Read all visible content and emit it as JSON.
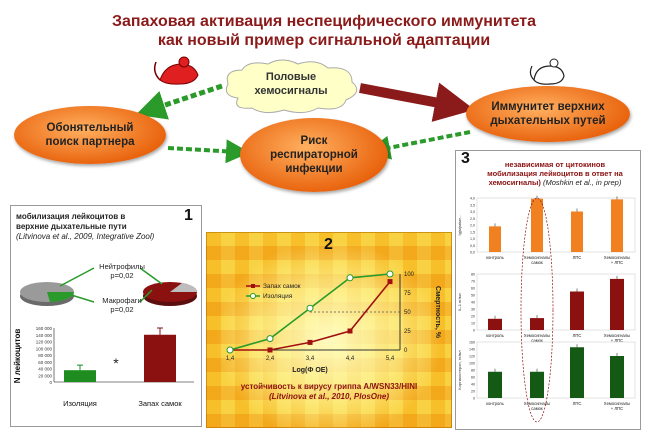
{
  "title": {
    "line1": "Запаховая активация неспецифического иммунитета",
    "line2": "как новый пример сигнальной адаптации"
  },
  "cloud": {
    "line1": "Половые",
    "line2": "хемосигналы"
  },
  "ellipses": {
    "left": {
      "line1": "Обонятельный",
      "line2": "поиск партнера"
    },
    "center": {
      "line1": "Риск",
      "line2": "респираторной",
      "line3": "инфекции"
    },
    "right": {
      "line1": "Иммунитет верхних",
      "line2": "дыхательных путей"
    }
  },
  "panel1": {
    "number": "1",
    "caption1": "мобилизация лейкоцитов в",
    "caption2": "верхние дыхательные пути",
    "cite": "(Litvinova et al., 2009, Integrative Zool)",
    "neutro": "Нейтрофилы",
    "neutro_p": "p=0,02",
    "macro": "Макрофаги",
    "macro_p": "p=0,02",
    "ylabel": "N лейкоцитов",
    "yticks": [
      "0",
      "20 000",
      "40 000",
      "60 000",
      "80 000",
      "100 000",
      "120 000",
      "140 000",
      "160 000"
    ],
    "star": "*",
    "bars": [
      {
        "label": "Изоляция",
        "value": 35000,
        "err": 15000,
        "color": "#1e8c1e"
      },
      {
        "label": "Запах самок",
        "value": 140000,
        "err": 20000,
        "color": "#8b1010"
      }
    ]
  },
  "panel2": {
    "number": "2",
    "legend1": "Запах самок",
    "legend2": "Изоляция",
    "xlabel": "Log(Ф ОЕ)",
    "ylabel": "Смертность, %",
    "xticks": [
      "1,4",
      "2,4",
      "3,4",
      "4,4",
      "5,4"
    ],
    "yticks": [
      "0",
      "25",
      "50",
      "75",
      "100"
    ],
    "cap1": "устойчивость к вирусу гриппа A/WSN33/HINI",
    "cap2": "(Litvinova et al., 2010, PlosOne)",
    "chart_data": {
      "type": "line",
      "x": [
        1.4,
        2.4,
        3.4,
        4.4,
        5.4
      ],
      "series": [
        {
          "name": "Запах самок",
          "values": [
            0,
            0,
            10,
            25,
            90
          ],
          "color": "#a01010"
        },
        {
          "name": "Изоляция",
          "values": [
            0,
            15,
            55,
            95,
            100
          ],
          "color": "#2a9a2a"
        }
      ],
      "ylim": [
        0,
        100
      ]
    }
  },
  "panel3": {
    "number": "3",
    "caption1": "независимая от цитокинов",
    "caption2": "мобилизация лейкоцитов в ответ на",
    "caption3": "хемосигналы)",
    "cite": "(Moshkin et al., in prep)",
    "chart_data": [
      {
        "type": "bar",
        "ylabel": "Ig(м)м/мл...",
        "color": "#f08020",
        "categories": [
          "контроль",
          "Хемосигналы самок",
          "ЛПС",
          "Хемосигналы + ЛПС"
        ],
        "yticks": [
          "0,0",
          "0,5",
          "1,0",
          "1,5",
          "2,0",
          "2,5",
          "3,0",
          "3,5",
          "4,0"
        ],
        "values": [
          1.9,
          3.95,
          3.0,
          3.9
        ],
        "ylim": [
          0,
          4.0
        ]
      },
      {
        "type": "bar",
        "ylabel": "IL-1 пг/мл",
        "color": "#8b1010",
        "categories": [
          "контроль",
          "Хемосигналы самок",
          "ЛПС",
          "Хемосигналы + ЛПС"
        ],
        "yticks": [
          "0",
          "10",
          "20",
          "30",
          "40",
          "50",
          "60",
          "70",
          "80"
        ],
        "values": [
          16,
          17,
          55,
          73
        ],
        "ylim": [
          0,
          80
        ]
      },
      {
        "type": "bar",
        "ylabel": "Кортикостерон, нг/мл",
        "color": "#145a14",
        "categories": [
          "контроль",
          "Хемосигналы самок",
          "ЛПС",
          "Хемосигналы + ЛПС"
        ],
        "yticks": [
          "0",
          "20",
          "40",
          "60",
          "80",
          "100",
          "120",
          "140",
          "160"
        ],
        "values": [
          75,
          75,
          145,
          120
        ],
        "ylim": [
          0,
          160
        ]
      }
    ]
  }
}
